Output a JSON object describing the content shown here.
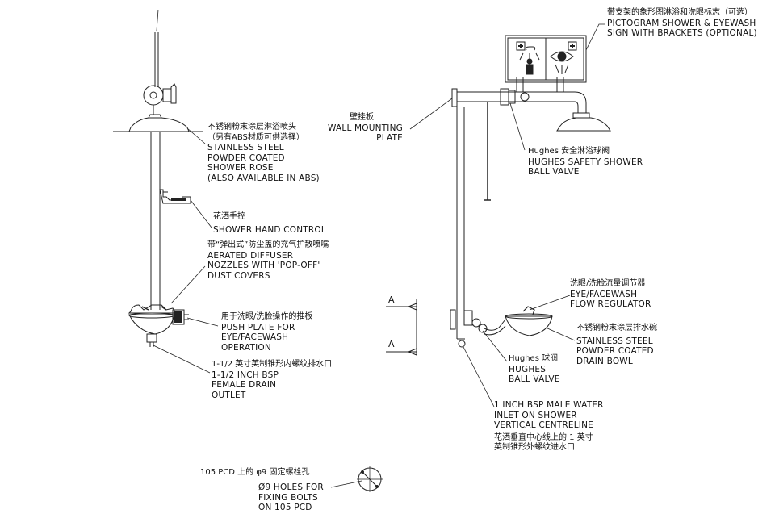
{
  "labels": {
    "shower_rose": {
      "zh": [
        "不锈钢粉末涂层淋浴喷头",
        "（另有ABS材质可供选择）"
      ],
      "en": [
        "STAINLESS STEEL",
        "POWDER COATED",
        "SHOWER ROSE",
        "(ALSO AVAILABLE IN ABS)"
      ]
    },
    "hand_control": {
      "zh": [
        "花洒手控"
      ],
      "en": [
        "SHOWER HAND CONTROL"
      ]
    },
    "diffuser": {
      "zh": [
        "带“弹出式”防尘盖的充气扩散喷嘴"
      ],
      "en": [
        "AERATED DIFFUSER",
        "NOZZLES WITH 'POP-OFF'",
        "DUST COVERS"
      ]
    },
    "push_plate": {
      "zh": [
        "用于洗眼/洗脸操作的推板"
      ],
      "en": [
        "PUSH PLATE FOR",
        "EYE/FACEWASH",
        "OPERATION"
      ]
    },
    "drain_outlet": {
      "zh": [
        "1-1/2 英寸英制锥形内螺纹排水口"
      ],
      "en": [
        "1-1/2 INCH BSP",
        "FEMALE DRAIN",
        "OUTLET"
      ]
    },
    "fixing_holes": {
      "zh": [
        "105 PCD 上的 φ9 固定螺栓孔"
      ],
      "en": [
        "Ø9 HOLES FOR",
        "FIXING BOLTS",
        "ON 105 PCD"
      ]
    },
    "pictogram": {
      "zh": [
        "带支架的象形图淋浴和洗眼标志（可选）"
      ],
      "en": [
        "PICTOGRAM SHOWER & EYEWASH",
        "SIGN WITH BRACKETS (OPTIONAL)"
      ]
    },
    "wall_plate": {
      "zh": [
        "壁挂板"
      ],
      "en": [
        "WALL MOUNTING",
        "PLATE"
      ]
    },
    "safety_valve": {
      "zh": [
        "Hughes 安全淋浴球阀"
      ],
      "en": [
        "HUGHES SAFETY SHOWER",
        "BALL VALVE"
      ]
    },
    "flow_regulator": {
      "zh": [
        "洗眼/洗脸流量调节器"
      ],
      "en": [
        "EYE/FACEWASH",
        "FLOW REGULATOR"
      ]
    },
    "drain_bowl": {
      "zh": [
        "不锈钢粉末涂层排水碗"
      ],
      "en": [
        "STAINLESS STEEL",
        "POWDER COATED",
        "DRAIN BOWL"
      ]
    },
    "ball_valve": {
      "zh": [
        "Hughes 球阀"
      ],
      "en": [
        "HUGHES",
        "BALL VALVE"
      ]
    },
    "water_inlet": {
      "en": [
        "1 INCH BSP MALE WATER",
        "INLET ON SHOWER",
        "VERTICAL CENTRELINE"
      ],
      "zh": [
        "花洒垂直中心线上的 1 英寸",
        "英制锥形外螺纹进水口"
      ]
    },
    "section_a1": "A",
    "section_a2": "A"
  },
  "icons": [
    "shower-pictogram-icon",
    "eyewash-pictogram-icon",
    "bolt-circle-icon"
  ]
}
